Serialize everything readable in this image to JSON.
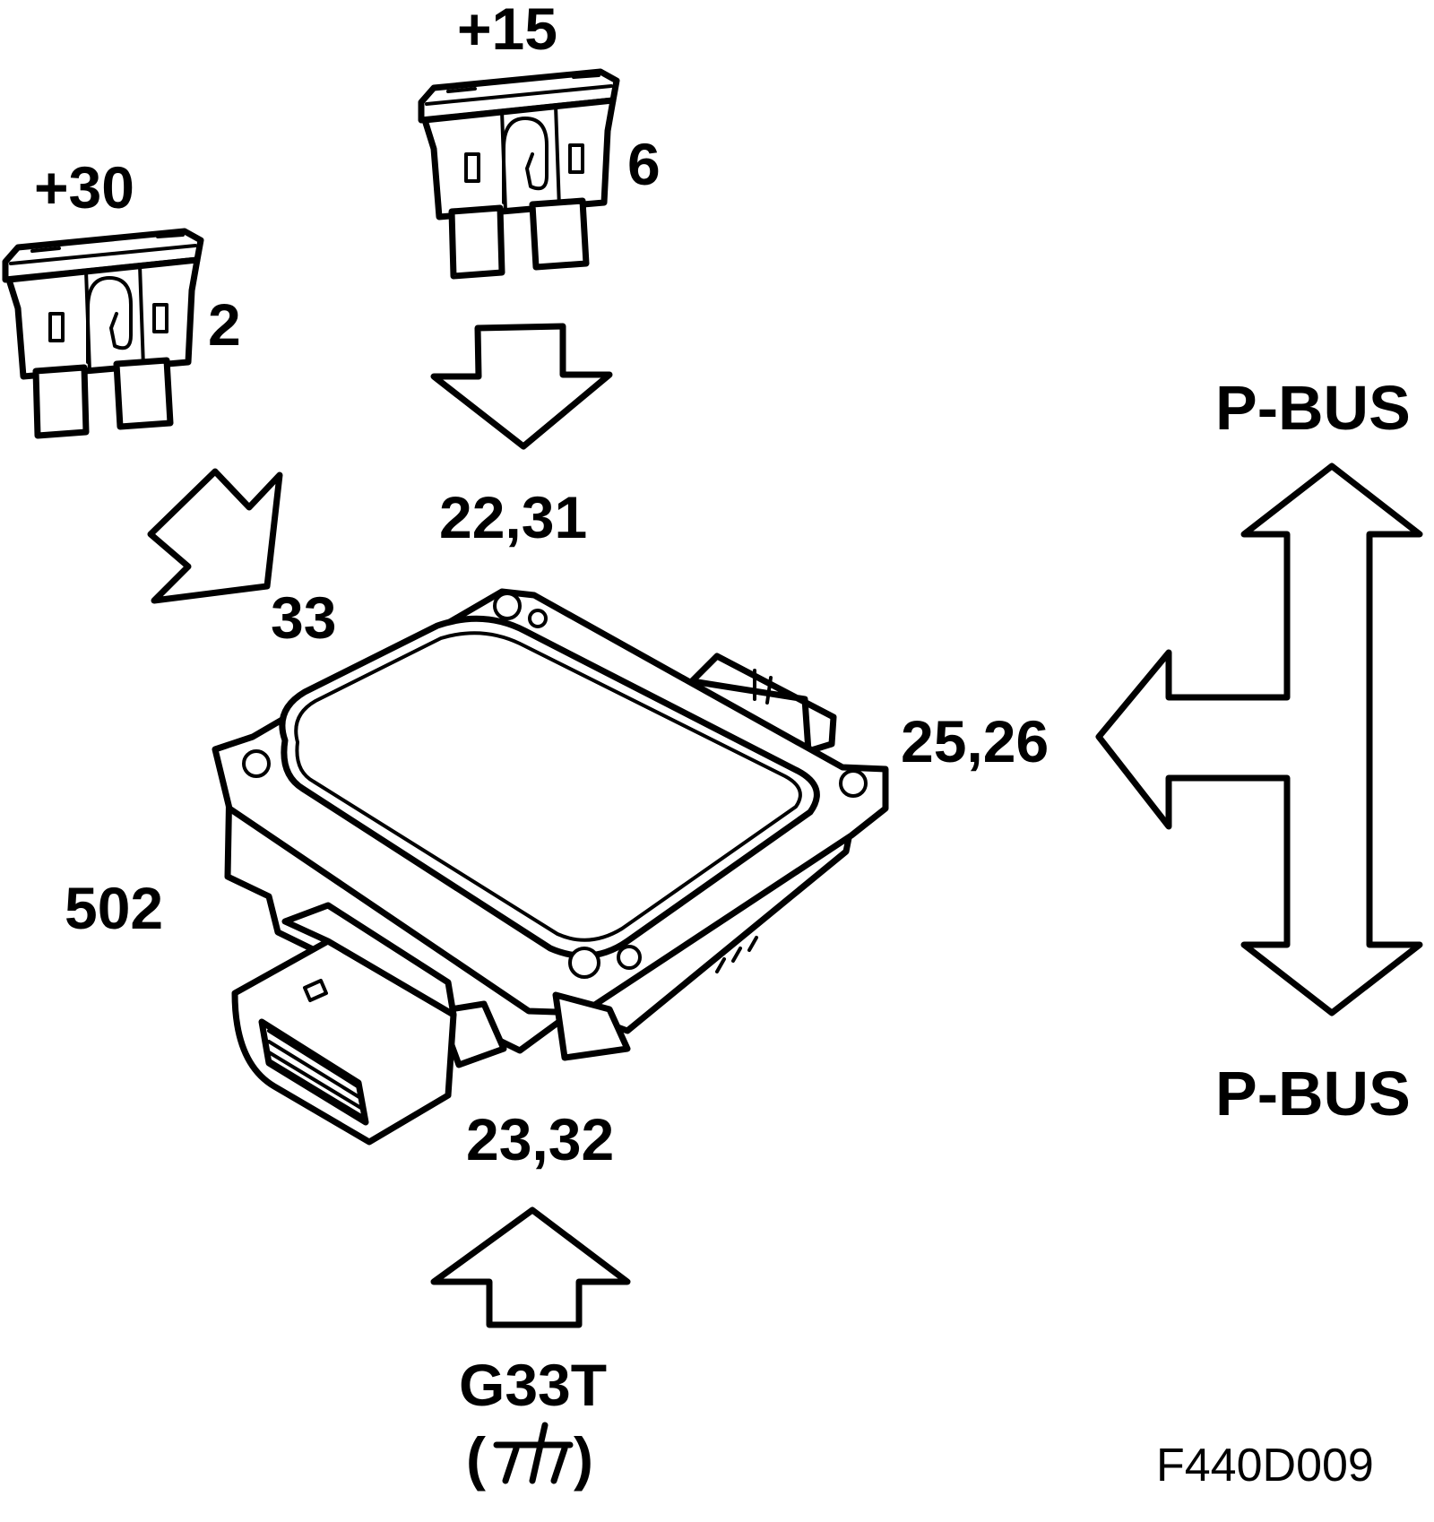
{
  "labels": {
    "fuse_b_supply": "+15",
    "fuse_b_number": "6",
    "fuse_a_supply": "+30",
    "fuse_a_number": "2",
    "pins_ignition": "22,31",
    "pins_battery": "33",
    "pins_bus": "25,26",
    "pins_ground": "23,32",
    "module_number": "502",
    "bus_top": "P-BUS",
    "bus_bottom": "P-BUS",
    "ground_point": "G33T",
    "ground_symbol_open": "(",
    "ground_symbol_close": ")",
    "figure_code": "F440D009"
  },
  "icons": {
    "fuse_a": "blade-fuse-icon",
    "fuse_b": "blade-fuse-icon",
    "module": "control-module-icon",
    "ground": "chassis-ground-icon"
  },
  "colors": {
    "ink": "#000000",
    "paper": "#ffffff"
  }
}
